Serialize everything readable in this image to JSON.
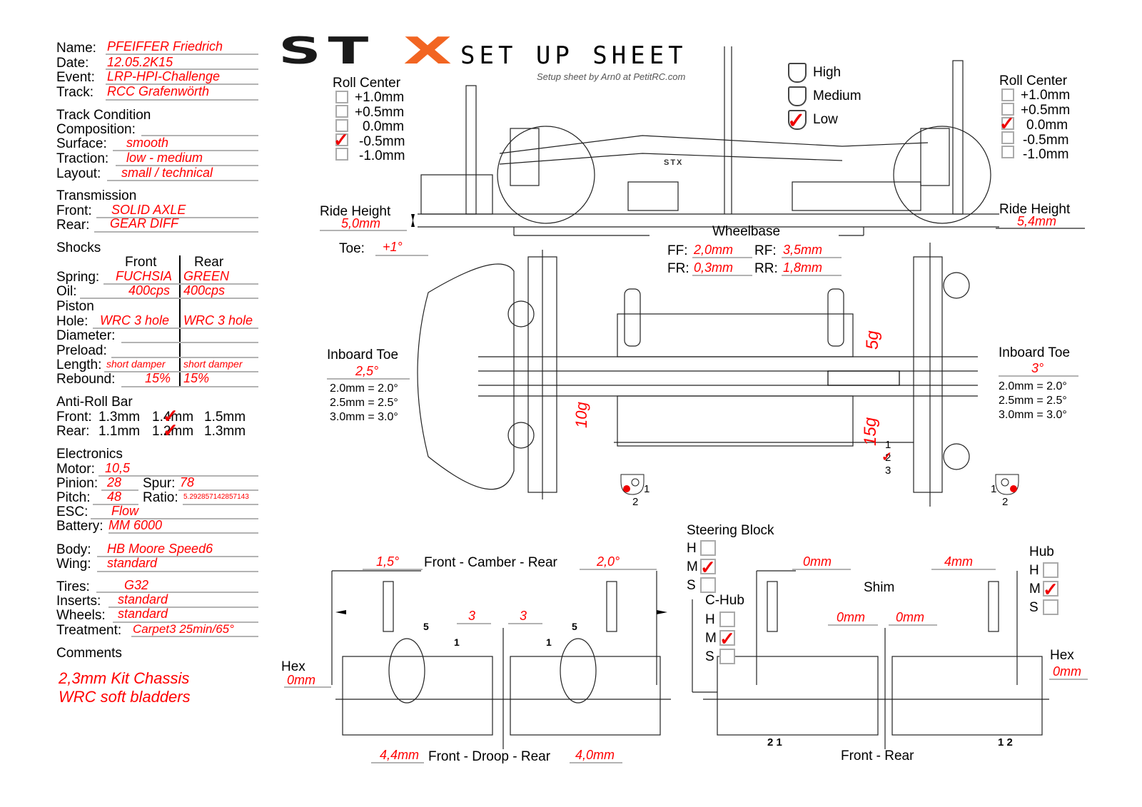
{
  "header": {
    "logo_left": "ST",
    "logo_right": "X",
    "title": "SET UP SHEET",
    "credit": "Setup sheet by Arn0 at PetitRC.com",
    "brand_color": "#f26522"
  },
  "info": {
    "name_label": "Name:",
    "name": "PFEIFFER Friedrich",
    "date_label": "Date:",
    "date": "12.05.2K15",
    "event_label": "Event:",
    "event": "LRP-HPI-Challenge",
    "track_label": "Track:",
    "track": "RCC Grafenwörth"
  },
  "track_condition": {
    "title": "Track Condition",
    "composition_label": "Composition:",
    "composition": "",
    "surface_label": "Surface:",
    "surface": "smooth",
    "traction_label": "Traction:",
    "traction": "low - medium",
    "layout_label": "Layout:",
    "layout": "small / technical"
  },
  "transmission": {
    "title": "Transmission",
    "front_label": "Front:",
    "front": "SOLID AXLE",
    "rear_label": "Rear:",
    "rear": "GEAR DIFF"
  },
  "shocks": {
    "title": "Shocks",
    "col_front": "Front",
    "col_rear": "Rear",
    "spring_label": "Spring:",
    "spring_front": "FUCHSIA",
    "spring_rear": "GREEN",
    "oil_label": "Oil:",
    "oil_front": "400cps",
    "oil_rear": "400cps",
    "piston_label": "Piston",
    "hole_label": "Hole:",
    "hole_front": "WRC 3 hole",
    "hole_rear": "WRC 3 hole",
    "diameter_label": "Diameter:",
    "preload_label": "Preload:",
    "length_label": "Length:",
    "length_front": "short damper",
    "length_rear": "short damper",
    "rebound_label": "Rebound:",
    "rebound_front": "15%",
    "rebound_rear": "15%"
  },
  "anti_roll_bar": {
    "title": "Anti-Roll Bar",
    "front_label": "Front:",
    "front_options": [
      "1.3mm",
      "1.4mm",
      "1.5mm"
    ],
    "front_selected": "1.4mm",
    "rear_label": "Rear:",
    "rear_options": [
      "1.1mm",
      "1.2mm",
      "1.3mm"
    ],
    "rear_selected": "1.2mm"
  },
  "electronics": {
    "title": "Electronics",
    "motor_label": "Motor:",
    "motor": "10,5",
    "pinion_label": "Pinion:",
    "pinion": "28",
    "spur_label": "Spur:",
    "spur": "78",
    "pitch_label": "Pitch:",
    "pitch": "48",
    "ratio_label": "Ratio:",
    "ratio": "5.292857142857143",
    "esc_label": "ESC:",
    "esc": "Flow",
    "battery_label": "Battery:",
    "battery": "MM 6000"
  },
  "body": {
    "body_label": "Body:",
    "body": "HB Moore Speed6",
    "wing_label": "Wing:",
    "wing": "standard"
  },
  "tires": {
    "tires_label": "Tires:",
    "tires": "G32",
    "inserts_label": "Inserts:",
    "inserts": "standard",
    "wheels_label": "Wheels:",
    "wheels": "standard",
    "treatment_label": "Treatment:",
    "treatment": "Carpet3 25min/65°"
  },
  "comments": {
    "title": "Comments",
    "lines": [
      "2,3mm Kit Chassis",
      "WRC soft bladders"
    ]
  },
  "roll_center_front": {
    "title": "Roll Center",
    "options": [
      "+1.0mm",
      "+0.5mm",
      "0.0mm",
      "-0.5mm",
      "-1.0mm"
    ],
    "selected": "-0.5mm"
  },
  "roll_center_rear": {
    "title": "Roll Center",
    "options": [
      "+1.0mm",
      "+0.5mm",
      "0.0mm",
      "-0.5mm",
      "-1.0mm"
    ],
    "selected": "0.0mm"
  },
  "bulkhead_height": {
    "options": [
      "High",
      "Medium",
      "Low"
    ],
    "selected": "Low"
  },
  "ride_height": {
    "label": "Ride Height",
    "front": "5,0mm",
    "rear": "5,4mm"
  },
  "toe": {
    "label": "Toe:",
    "value": "+1°"
  },
  "wheelbase": {
    "title": "Wheelbase",
    "ff_label": "FF:",
    "ff": "2,0mm",
    "rf_label": "RF:",
    "rf": "3,5mm",
    "fr_label": "FR:",
    "fr": "0,3mm",
    "rr_label": "RR:",
    "rr": "1,8mm"
  },
  "inboard_toe": {
    "title": "Inboard Toe",
    "front": "2,5°",
    "rear": "3°",
    "legend": [
      "2.0mm = 2.0°",
      "2.5mm = 2.5°",
      "3.0mm = 3.0°"
    ]
  },
  "weights": {
    "front": "10g",
    "rear_top": "5g",
    "rear_bottom": "15g"
  },
  "rear_link_positions": {
    "options": [
      "1",
      "2",
      "3"
    ],
    "selected": "2"
  },
  "bump_steer_front": {
    "options": [
      "1",
      "2"
    ],
    "selected": "2"
  },
  "bump_steer_rear": {
    "options": [
      "1",
      "2"
    ],
    "selected": "2"
  },
  "camber": {
    "title": "Front - Camber - Rear",
    "front": "1,5°",
    "rear": "2,0°"
  },
  "shock_position": {
    "front": "3",
    "rear": "3",
    "hole_labels": [
      "5",
      "1"
    ]
  },
  "droop": {
    "title": "Front - Droop - Rear",
    "front": "4,4mm",
    "rear": "4,0mm"
  },
  "hex": {
    "label": "Hex",
    "front": "0mm",
    "rear": "0mm"
  },
  "steering_block": {
    "title": "Steering Block",
    "options": [
      "H",
      "M",
      "S"
    ],
    "selected": "M"
  },
  "c_hub": {
    "title": "C-Hub",
    "options": [
      "H",
      "M",
      "S"
    ],
    "selected": "M"
  },
  "hub": {
    "title": "Hub",
    "options": [
      "H",
      "M",
      "S"
    ],
    "selected": "M"
  },
  "shim": {
    "title": "Shim",
    "front_top": "0mm",
    "rear_top": "4mm",
    "front_bottom": "0mm",
    "rear_bottom": "0mm"
  },
  "bottom_right": {
    "title": "Front - Rear",
    "front_holes": "2 1",
    "rear_holes": "1 2"
  },
  "chassis_badge": "STX"
}
